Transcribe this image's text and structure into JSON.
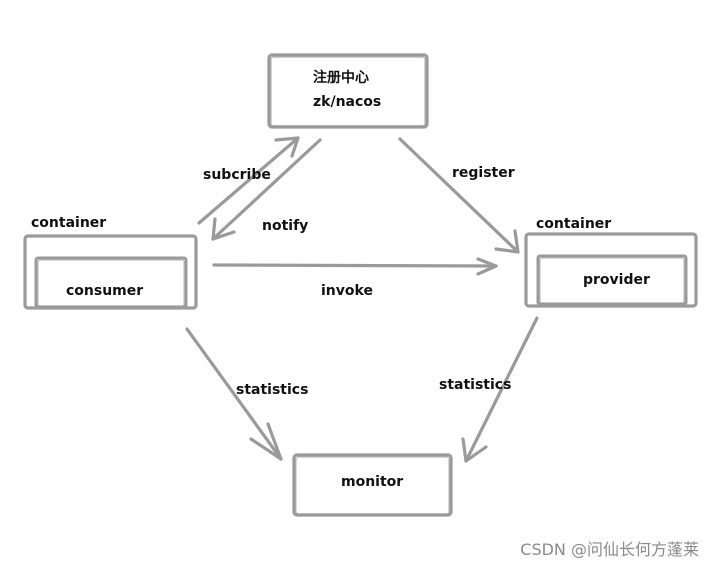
{
  "registry": {
    "title": "注册中心",
    "subtitle": "zk/nacos"
  },
  "consumer": {
    "container_label": "container",
    "label": "consumer"
  },
  "provider": {
    "container_label": "container",
    "label": "provider"
  },
  "monitor": {
    "label": "monitor"
  },
  "edges": {
    "subcribe": "subcribe",
    "notify": "notify",
    "register": "register",
    "invoke": "invoke",
    "statistics_consumer": "statistics",
    "statistics_provider": "statistics"
  },
  "watermark": "CSDN @问仙长何方蓬莱",
  "colors": {
    "stroke": "#9a9a9a",
    "box_stroke": "#8c8c8c",
    "text": "#111111"
  }
}
